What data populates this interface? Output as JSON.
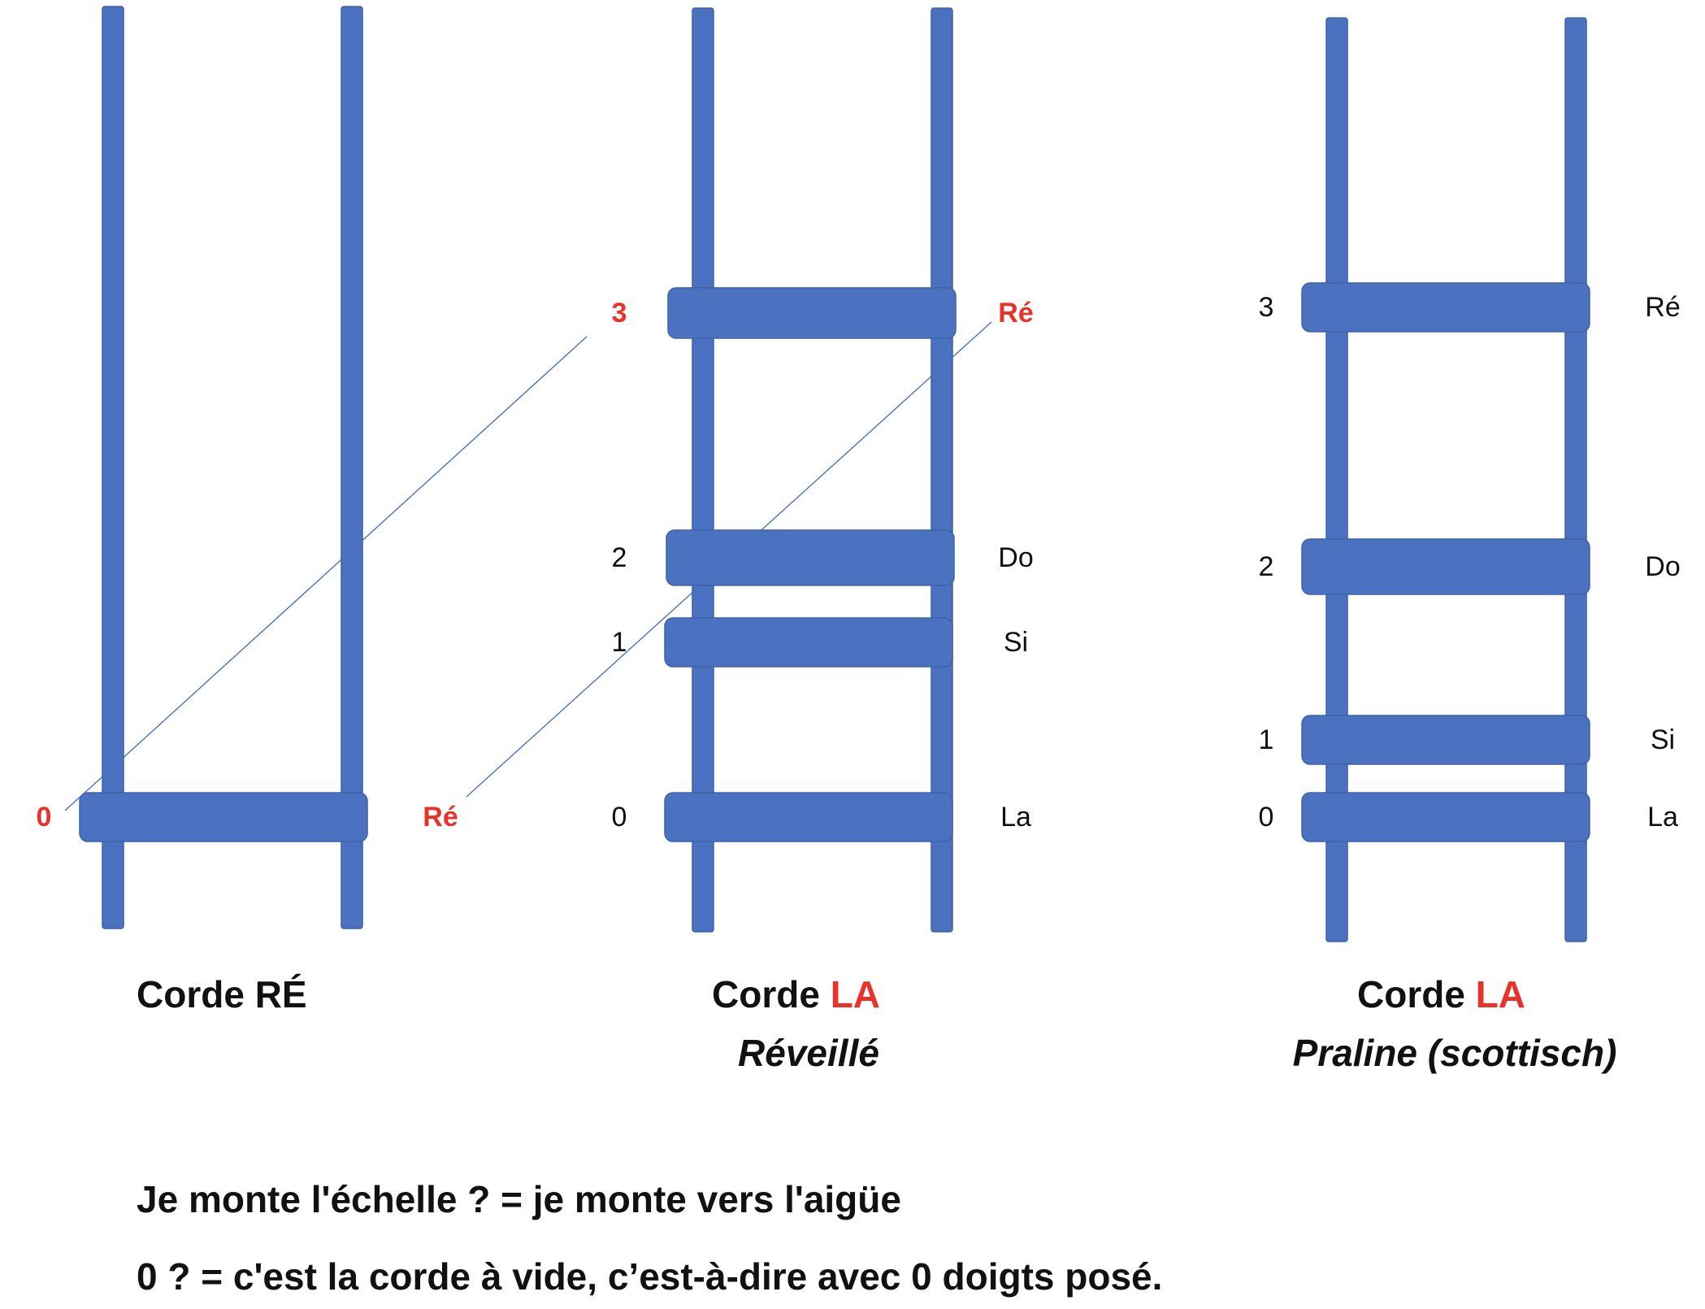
{
  "colors": {
    "ladder": "#4a72c0",
    "ladder_stroke": "#3d62a8",
    "accent": "#e8322a",
    "text": "#111111"
  },
  "ladders": [
    {
      "title_prefix": "Corde ",
      "title_accent": "",
      "title_suffix": "RÉ",
      "subtitle": "",
      "rungs": [
        {
          "finger": "0",
          "note": "Ré",
          "highlight": true
        }
      ]
    },
    {
      "title_prefix": "Corde ",
      "title_accent": "LA",
      "title_suffix": "",
      "subtitle": "Réveillé",
      "rungs": [
        {
          "finger": "0",
          "note": "La",
          "highlight": false
        },
        {
          "finger": "1",
          "note": "Si",
          "highlight": false
        },
        {
          "finger": "2",
          "note": "Do",
          "highlight": false
        },
        {
          "finger": "3",
          "note": "Ré",
          "highlight": true
        }
      ]
    },
    {
      "title_prefix": "Corde ",
      "title_accent": "LA",
      "title_suffix": "",
      "subtitle": "Praline (scottisch)",
      "rungs": [
        {
          "finger": "0",
          "note": "La",
          "highlight": false
        },
        {
          "finger": "1",
          "note": "Si",
          "highlight": false
        },
        {
          "finger": "2",
          "note": "Do",
          "highlight": false
        },
        {
          "finger": "3",
          "note": "Ré",
          "highlight": false
        }
      ]
    }
  ],
  "notes": [
    "Je monte l'échelle ? = je monte vers l'aigüe",
    "0 ? = c'est la corde à vide, c’est-à-dire avec 0 doigts posé."
  ]
}
